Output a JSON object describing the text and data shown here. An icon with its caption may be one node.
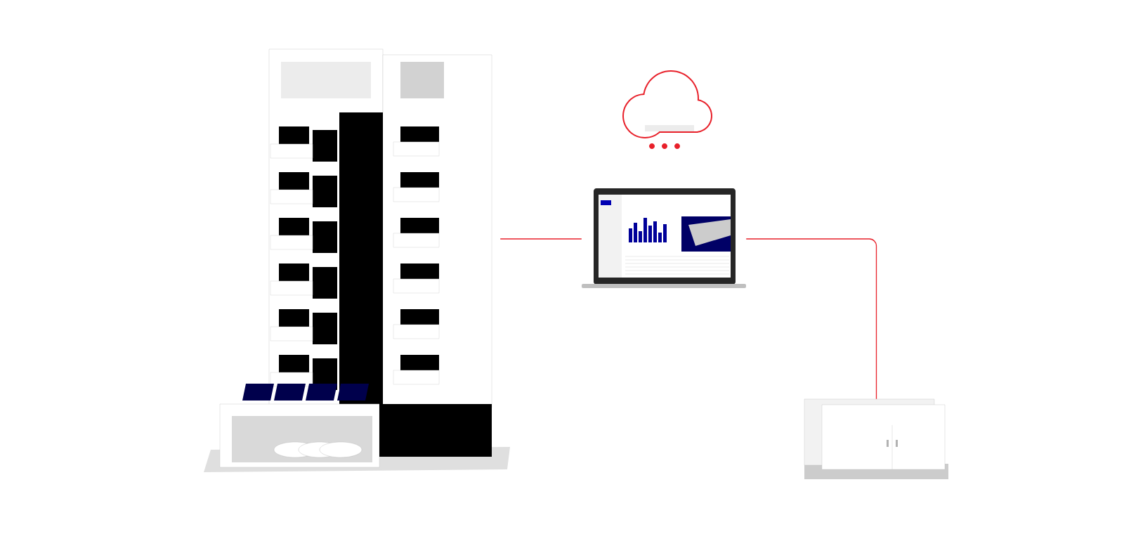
{
  "diagram": {
    "nodes": [
      {
        "text": [],
        "shape": "picture"
      },
      {
        "text": [],
        "shape": "cloud"
      },
      {
        "text": [],
        "shape": "picture"
      },
      {
        "text": [],
        "shape": "picture"
      }
    ],
    "edges": [
      {
        "from": 0,
        "to": 2,
        "arrow": "none"
      },
      {
        "from": 2,
        "to": 3,
        "arrow": "none"
      }
    ]
  }
}
